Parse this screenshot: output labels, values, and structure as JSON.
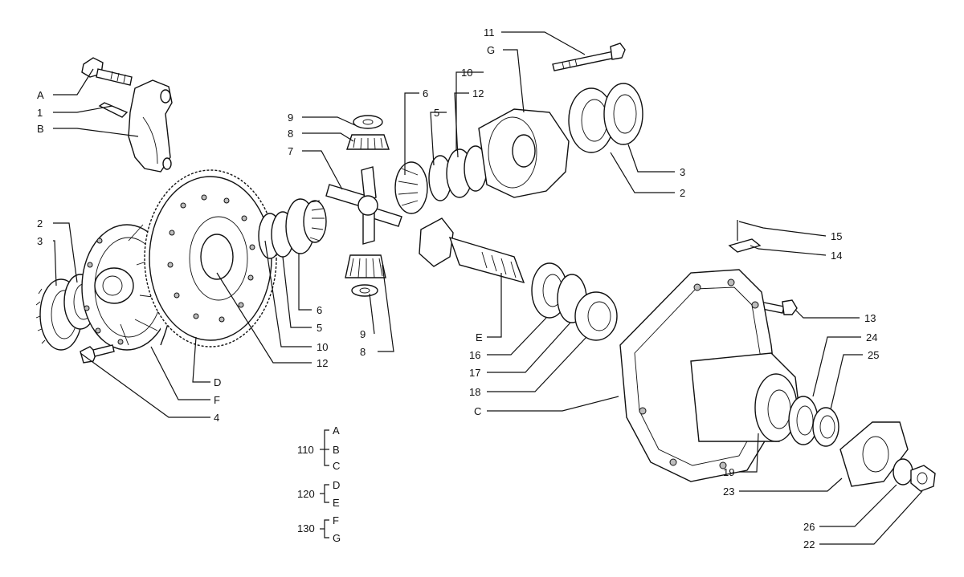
{
  "callouts": {
    "A": "A",
    "1": "1",
    "B": "B",
    "2L": "2",
    "3L": "3",
    "4": "4",
    "F": "F",
    "D": "D",
    "12L": "12",
    "10L": "10",
    "5L": "5",
    "6L": "6",
    "9T": "9",
    "8T": "8",
    "7": "7",
    "9B": "9",
    "8B": "8",
    "6T": "6",
    "5T": "5",
    "12T": "12",
    "10T": "10",
    "11": "11",
    "G": "G",
    "3R": "3",
    "2R": "2",
    "E": "E",
    "16": "16",
    "17": "17",
    "18": "18",
    "15": "15",
    "14": "14",
    "13": "13",
    "24": "24",
    "25": "25",
    "C": "C",
    "19": "19",
    "23": "23",
    "26": "26",
    "22": "22"
  },
  "groups": [
    {
      "code": "110",
      "letters": [
        "A",
        "B",
        "C"
      ]
    },
    {
      "code": "120",
      "letters": [
        "D",
        "E"
      ]
    },
    {
      "code": "130",
      "letters": [
        "F",
        "G"
      ]
    }
  ]
}
